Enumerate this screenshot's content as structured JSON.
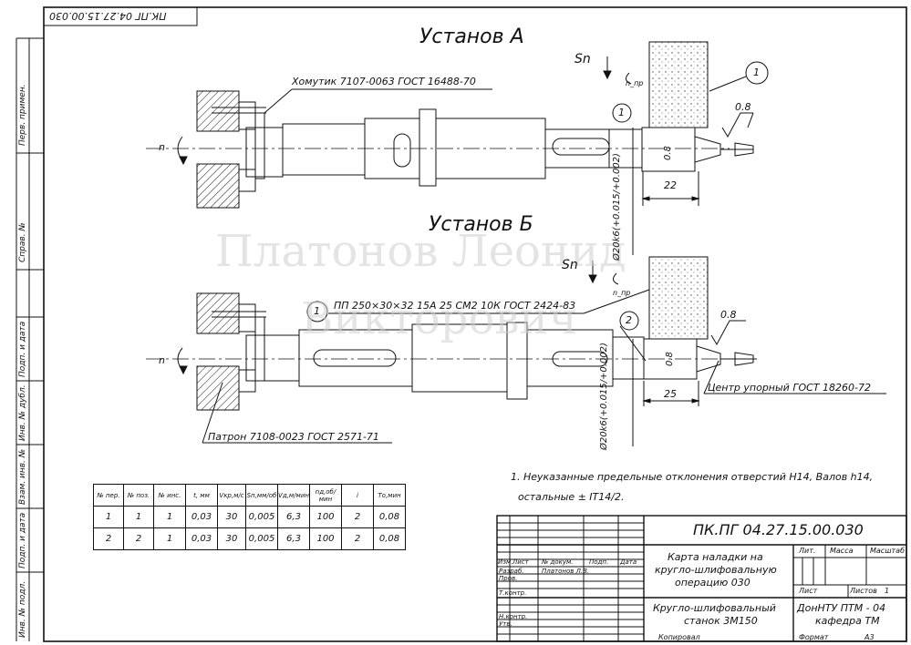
{
  "stamp_top": "ПК.ПГ 04.27.15.00.030",
  "setup_a": {
    "title": "Установ А",
    "clamp_note": "Хомутик 7107-0063 ГОСТ 16488-70",
    "feed": "Sn",
    "depth": "n_пр",
    "spindle": "n",
    "dia": "Ø20k6(+0.015/+0.002)",
    "len": "22",
    "rough": "0.8",
    "rough2": "0.8",
    "pos1": "1"
  },
  "setup_b": {
    "title": "Установ Б",
    "wheel_note": "ПП 250×30×32 15А 25 СМ2 10К ГОСТ 2424-83",
    "feed": "Sn",
    "depth": "n_пр",
    "spindle": "n",
    "dia": "Ø20k6(+0.015/+0.002)",
    "len": "25",
    "rough": "0.8",
    "rough2": "0.8",
    "pos1": "1",
    "pos2": "2",
    "center_note": "Центр упорный ГОСТ 18260-72",
    "chuck_note": "Патрон 7108-0023 ГОСТ 2571-71"
  },
  "note1": "1. Неуказанные предельные отклонения отверстий Н14, Валов h14,",
  "note2": "остальные ± IT14/2.",
  "watermark": {
    "line1": "Платонов Леонид",
    "line2": "Викторович"
  },
  "left_strip": [
    "Перв. примен.",
    "Справ. №",
    "Подп. и дата",
    "Инв. № дубл.",
    "Взам. инв. №",
    "Подп. и дата",
    "Инв. № подл."
  ],
  "ops_table": {
    "headers": [
      "№ пер.",
      "№ поз.",
      "№ инс.",
      "t, мм",
      "Vкр,м/с",
      "Sп,мм/об",
      "Vд,м/мин",
      "nд,об/мин",
      "i",
      "Tо,мин"
    ],
    "rows": [
      [
        "1",
        "1",
        "1",
        "0,03",
        "30",
        "0,005",
        "6,3",
        "100",
        "2",
        "0,08"
      ],
      [
        "2",
        "2",
        "1",
        "0,03",
        "30",
        "0,005",
        "6,3",
        "100",
        "2",
        "0,08"
      ]
    ]
  },
  "title_block": {
    "doc_code": "ПК.ПГ 04.27.15.00.030",
    "name1": "Карта наладки на",
    "name2": "кругло-шлифовальную",
    "name3": "операцию 030",
    "machine1": "Кругло-шлифовальный",
    "machine2": "станок 3М150",
    "org1": "ДонНТУ ПТМ - 04",
    "org2": "кафедра ТМ",
    "lit": "Лит.",
    "mass": "Масса",
    "scale": "Масштаб",
    "sheet": "Лист",
    "sheets": "Листов",
    "sheets_val": "1",
    "izm": "Изм.",
    "list": "Лист",
    "ndoc": "№ докум.",
    "podp": "Подп.",
    "data": "Дата",
    "razrab": "Разраб.",
    "razrab_name": "Платонов Л.В.",
    "prov": "Пров.",
    "tkontr": "Т.контр.",
    "nkontr": "Н.контр.",
    "utv": "Утв.",
    "copied": "Копировал",
    "format": "Формат",
    "format_val": "А3"
  }
}
